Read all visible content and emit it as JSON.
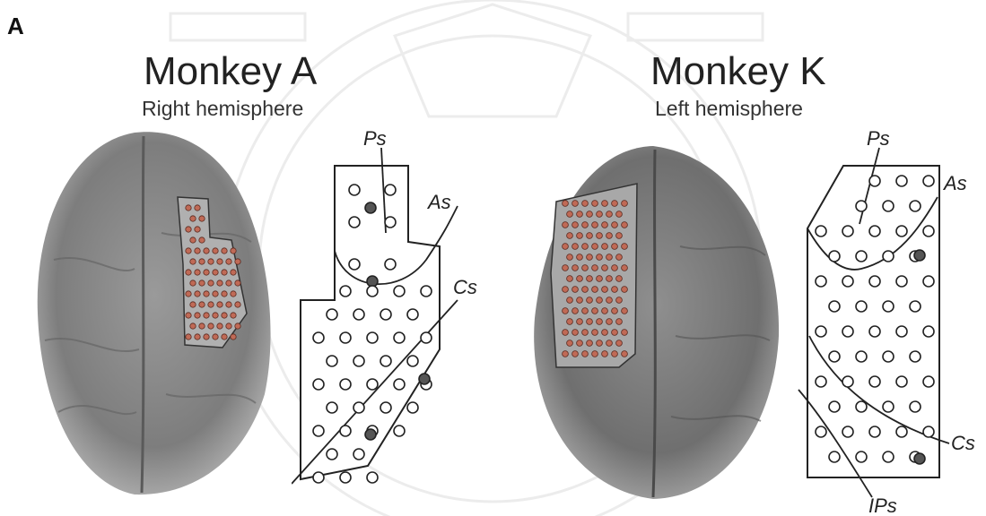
{
  "figure": {
    "panel_letter": "A",
    "monkey_a": {
      "title": "Monkey A",
      "hemisphere": "Right hemisphere",
      "sulci": {
        "ps": "Ps",
        "as": "As",
        "cs": "Cs"
      }
    },
    "monkey_k": {
      "title": "Monkey K",
      "hemisphere": "Left hemisphere",
      "sulci": {
        "ps": "Ps",
        "as": "As",
        "cs": "Cs",
        "ips": "IPs"
      }
    }
  }
}
